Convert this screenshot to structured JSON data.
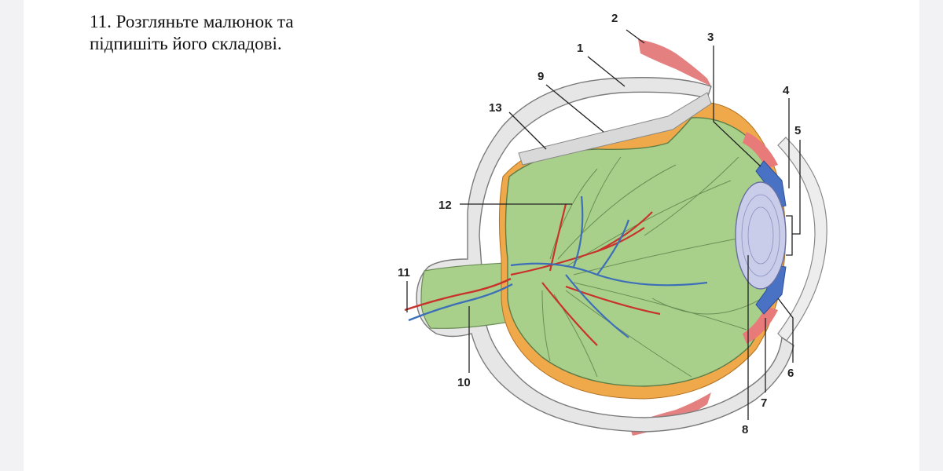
{
  "task": {
    "line1": "11. Розгляньте малюнок та",
    "line2": "підпишіть його складові."
  },
  "diagram": {
    "labels": [
      "1",
      "2",
      "3",
      "4",
      "5",
      "6",
      "7",
      "8",
      "9",
      "10",
      "11",
      "12",
      "13"
    ],
    "colors": {
      "retina": "#a9d08b",
      "choroid": "#f0a94a",
      "sclera": "#e4e4e4",
      "lens": "#c9cde9",
      "iris": "#4a72c4",
      "muscle": "#e06a6a",
      "artery": "#c8322a",
      "vein": "#3d6fb8"
    }
  }
}
